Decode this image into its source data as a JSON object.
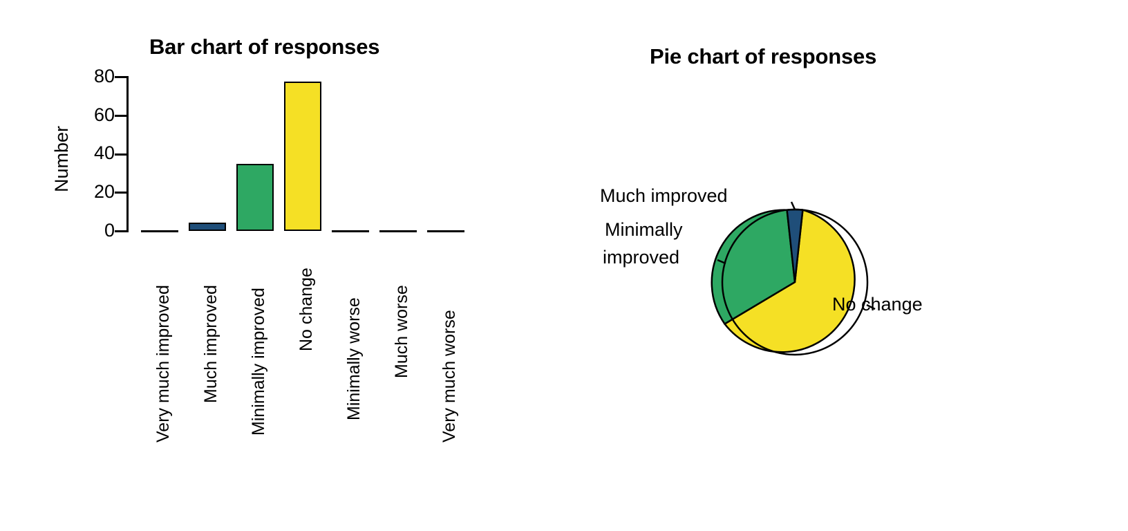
{
  "figure": {
    "background": "#ffffff",
    "panels": [
      "bar",
      "pie"
    ]
  },
  "bar_panel": {
    "title": "Bar chart of responses",
    "y_axis_label": "Number",
    "y_ticks": [
      "0",
      "20",
      "40",
      "60",
      "80"
    ],
    "x_categories": [
      "Very much improved",
      "Much improved",
      "Minimally improved",
      "No change",
      "Minimally worse",
      "Much worse",
      "Very much worse"
    ]
  },
  "pie_panel": {
    "title": "Pie chart of responses",
    "labels": [
      "Much improved",
      "Minimally",
      "improved",
      "No change"
    ],
    "label_much_improved": "Much improved",
    "label_minimally_line1": "Minimally",
    "label_minimally_line2": "improved",
    "label_no_change": "No change"
  },
  "colors": {
    "green": "#2EA863",
    "yellow": "#F5E025",
    "dark_blue": "#1F4E79",
    "outline": "#000000",
    "text": "#000000",
    "background": "#ffffff"
  },
  "chart_data": [
    {
      "type": "bar",
      "title": "Bar chart of responses",
      "xlabel": "",
      "ylabel": "Number",
      "ylim": [
        0,
        80
      ],
      "yticks": [
        0,
        20,
        40,
        60,
        80
      ],
      "grid": false,
      "legend": "none",
      "categories": [
        "Very much improved",
        "Much improved",
        "Minimally improved",
        "No change",
        "Minimally worse",
        "Much worse",
        "Very much worse"
      ],
      "values": [
        0,
        2,
        31,
        77,
        0,
        0,
        0
      ],
      "bar_colors": [
        "#FFFFFF",
        "#1F4E79",
        "#2EA863",
        "#F5E025",
        "#FFFFFF",
        "#FFFFFF",
        "#FFFFFF"
      ]
    },
    {
      "type": "pie",
      "title": "Pie chart of responses",
      "labels": [
        "Much improved",
        "Minimally improved",
        "No change"
      ],
      "values": [
        2,
        31,
        77
      ],
      "percentages": [
        1.8,
        28.2,
        70.0
      ],
      "slice_colors": [
        "#1F4E79",
        "#2EA863",
        "#F5E025"
      ],
      "legend": "labels-around-pie",
      "start_angle_deg": 90,
      "direction": "counterclockwise"
    }
  ]
}
